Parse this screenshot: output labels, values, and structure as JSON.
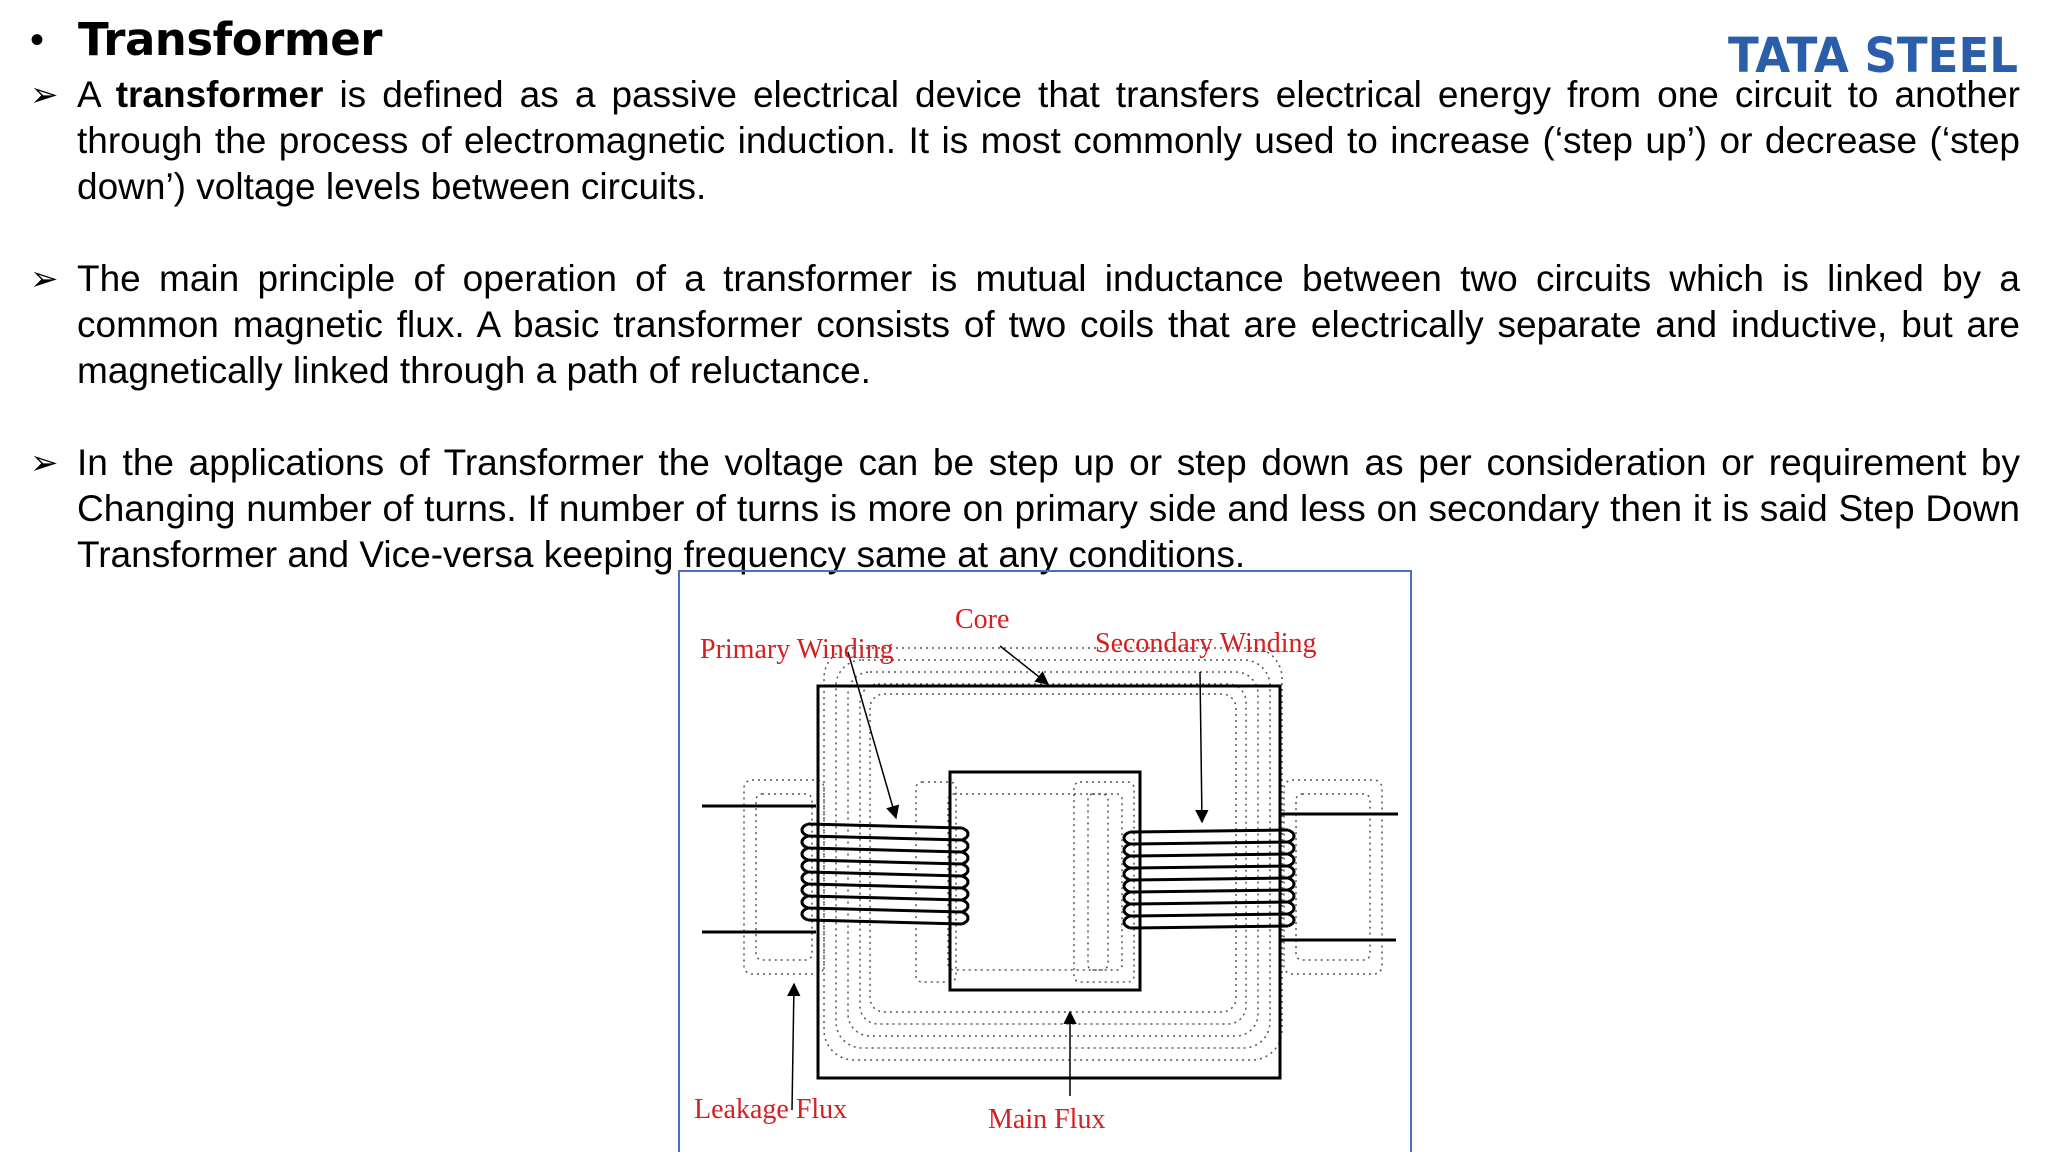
{
  "slide": {
    "bullet": "•",
    "title": "Transformer",
    "logo_text": "TATA STEEL",
    "logo_color": "#2a5daa",
    "points": [
      {
        "marker": "➢",
        "lead": "A ",
        "bold": "transformer",
        "rest": " is defined as a passive electrical device that transfers electrical energy from one circuit to another through the process of electromagnetic induction. It is most commonly used to increase (‘step up’) or decrease (‘step down’) voltage levels between circuits."
      },
      {
        "marker": "➢",
        "text": "The main principle of operation of a transformer is mutual inductance between two circuits which is linked by a common magnetic flux. A basic transformer consists of two coils that are electrically separate and inductive, but are magnetically linked through a path of reluctance."
      },
      {
        "marker": "➢",
        "text": "In the applications of Transformer the voltage can be step up or step down as per consideration or requirement by Changing number of turns. If number of turns is more on primary side and less on secondary then it is said Step Down Transformer and Vice-versa keeping frequency same at any conditions."
      }
    ]
  },
  "diagram": {
    "label_color": "#d42020",
    "labels": {
      "core": "Core",
      "primary": "Primary Winding",
      "secondary": "Secondary Winding",
      "leakage": "Leakage Flux",
      "main": "Main Flux"
    }
  }
}
